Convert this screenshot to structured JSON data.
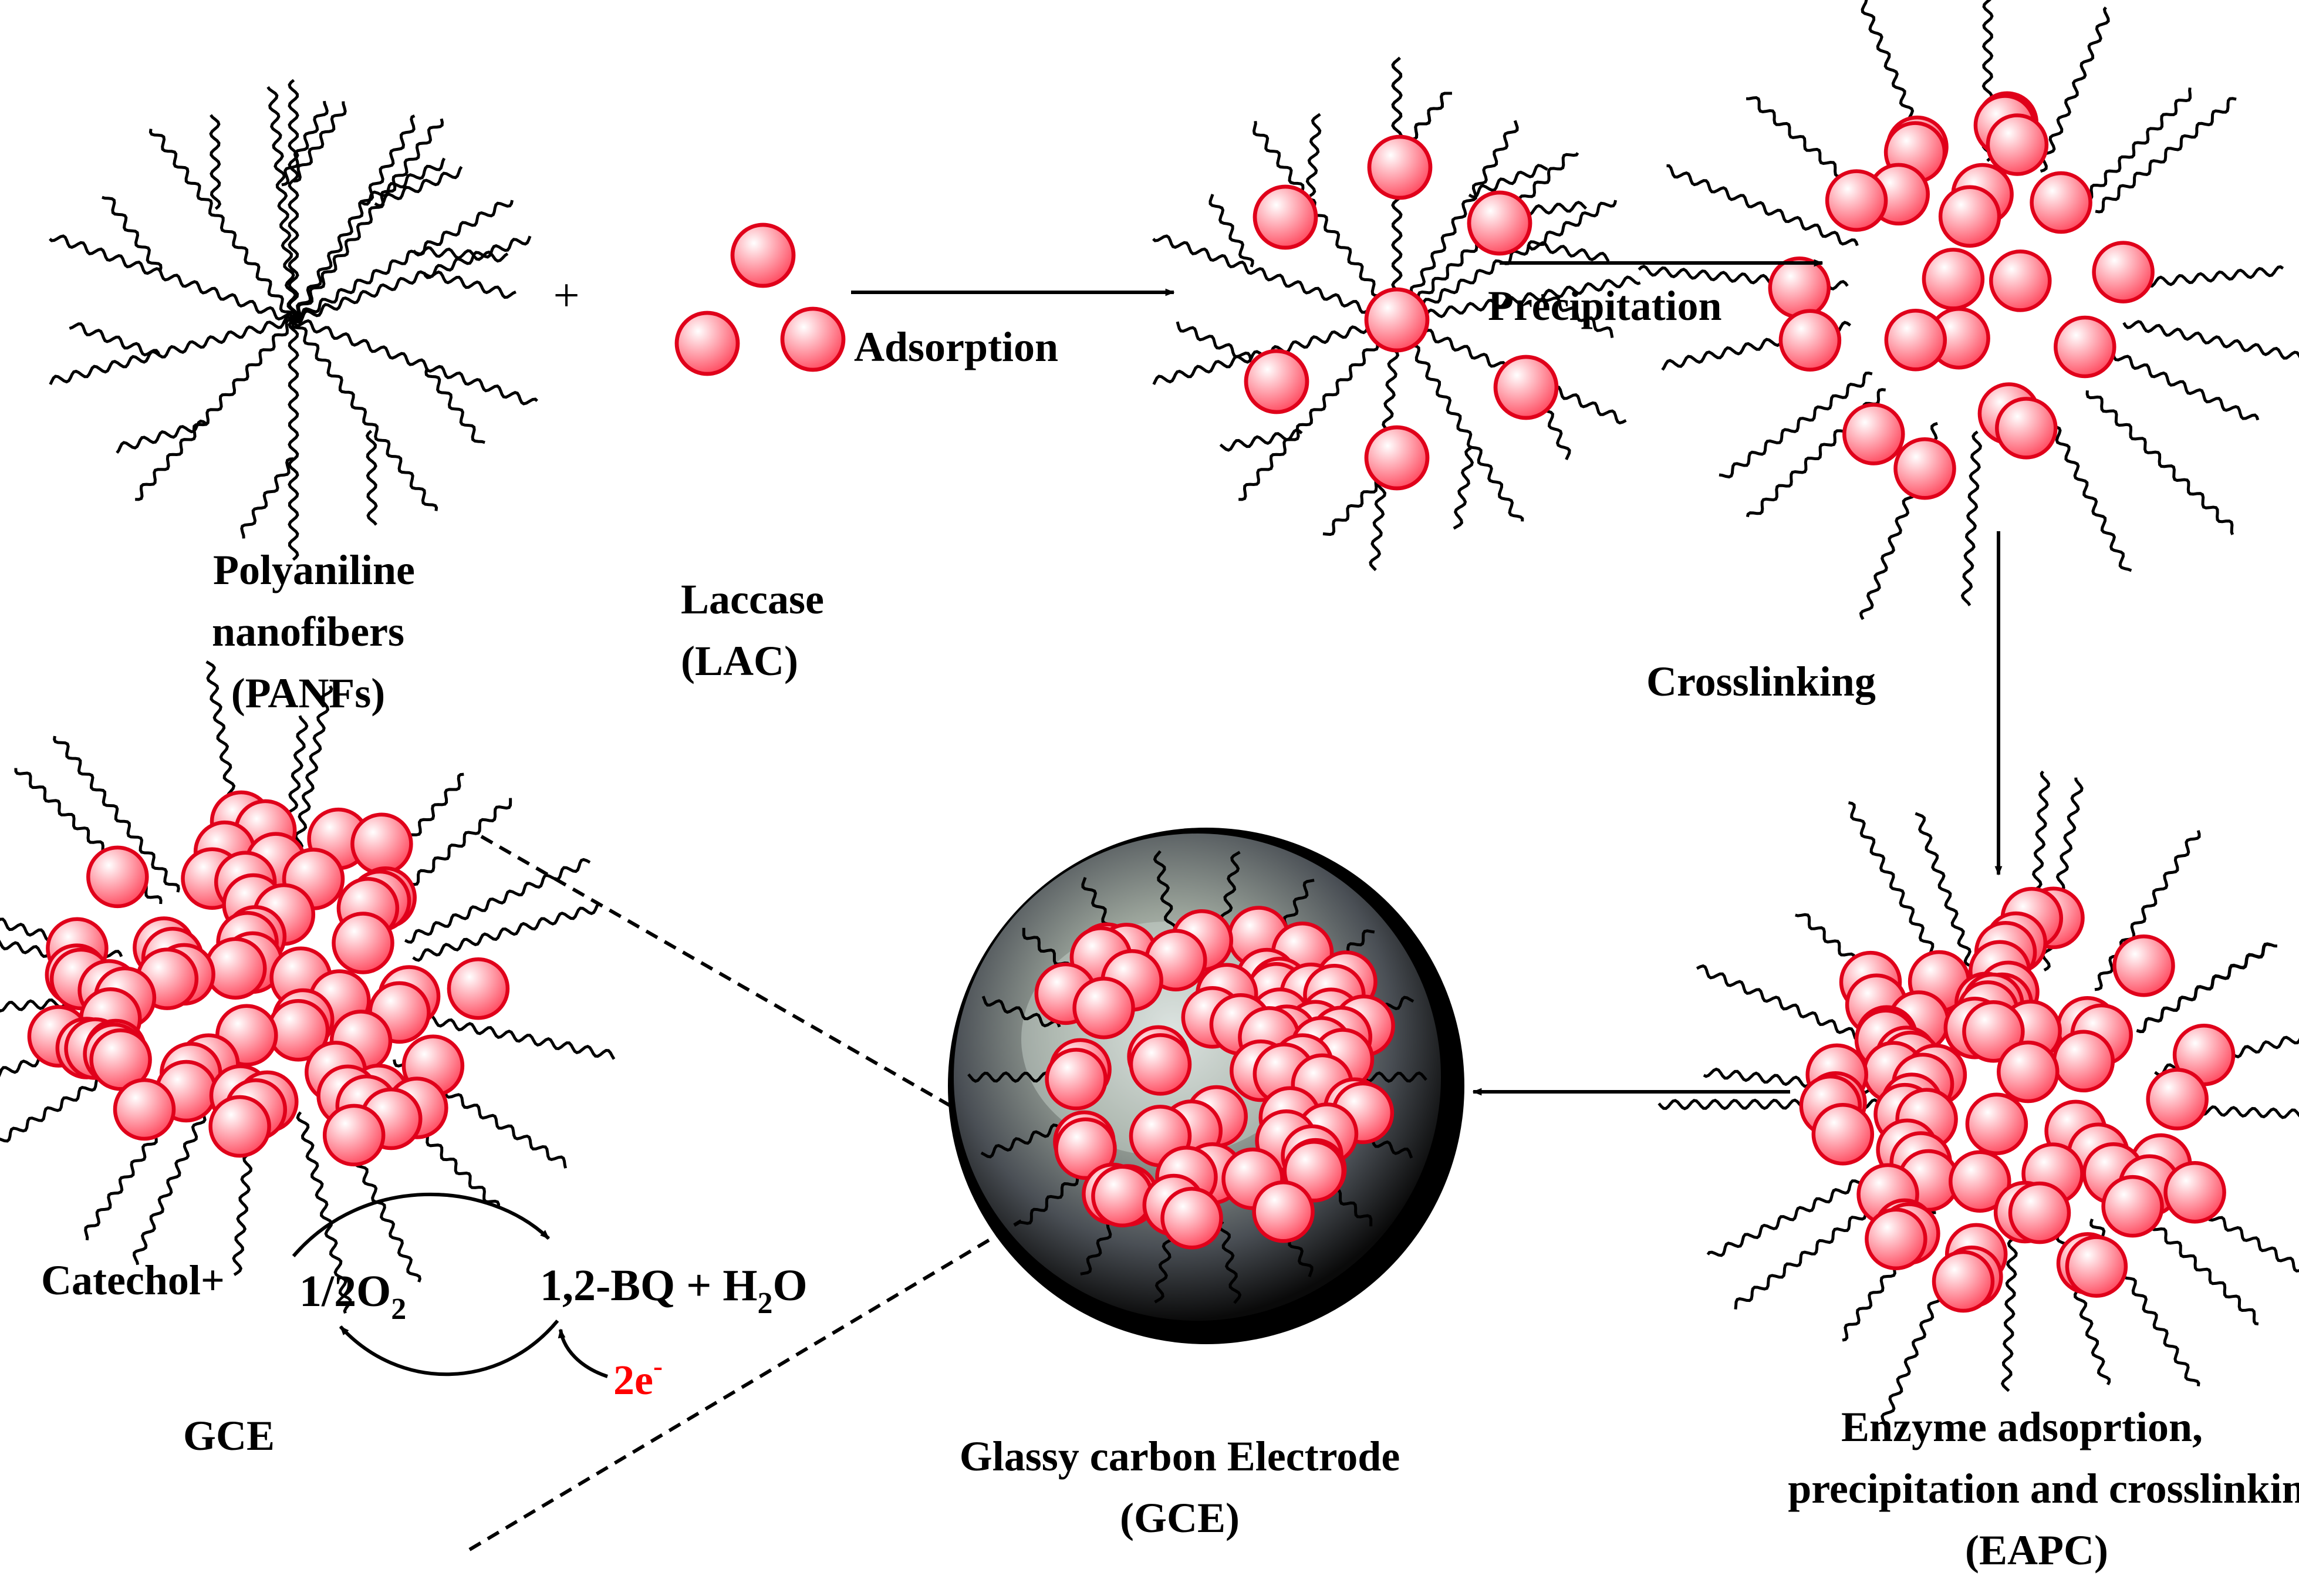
{
  "labels": {
    "panfs_1": "Polyaniline",
    "panfs_2": "nanofibers",
    "panfs_3": "(PANFs)",
    "plus": "+",
    "lac_1": "Laccase",
    "lac_2": "(LAC)",
    "adsorption": "Adsorption",
    "precipitation": "Precipitation",
    "crosslinking": "Crosslinking",
    "eapc_1": "Enzyme adsoprtion,",
    "eapc_2": "precipitation and crosslinking",
    "eapc_3": "(EAPC)",
    "gce_1": "Glassy carbon Electrode",
    "gce_2": "(GCE)",
    "gce_short": "GCE",
    "catechol": "Catechol+",
    "o2_main": "1/2O",
    "o2_sub": "2",
    "bq_main": "1,2-BQ + H",
    "bq_sub": "2",
    "bq_end": "O",
    "electrons": "2e",
    "electrons_sup": "-"
  },
  "colors": {
    "enzyme_fill": "#ff8a99",
    "enzyme_stroke": "#e0001a",
    "electron_text": "#ff0000",
    "electrode_dark": "#111111"
  }
}
